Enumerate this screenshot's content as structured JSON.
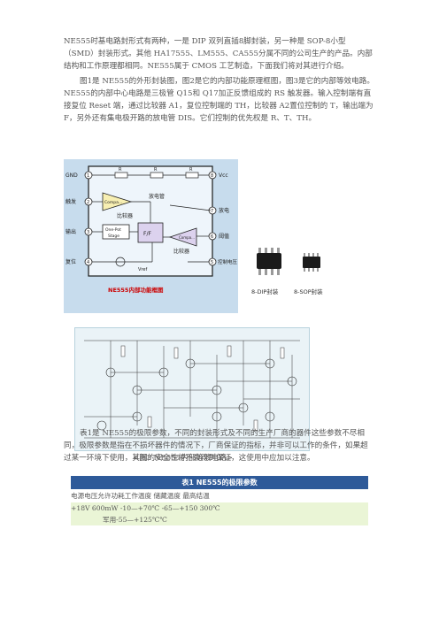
{
  "paragraphs": {
    "p1": "NE555时基电路封形式有两种，一是 DIP 双列直插8脚封装，另一种是 SOP-8小型（SMD）封装形式。其他 HA17555、LM555、CA555分属不同的公司生产的产品。内部结构和工作原理都相同。NE555属于 CMOS 工艺制造，下面我们将对其进行介绍。",
    "p2": "图1是 NE555的外形封装图，图2是它的内部功能原理框图，图3是它的内部等效电路。NE555的内部中心电路是三极管 Q15和 Q17加正反馈组成的 RS 触发器。输入控制端有直接复位 Reset 端，通过比较器 A1，复位控制端的 TH，比较器 A2置位控制的 T，输出端为 F，另外还有集电极开路的放电管 DIS。它们控制的优先权是 R、T、TH。",
    "p3": "表1是 NE555的极限参数，不同的封装形式及不同的生产厂商的器件这些参数不尽相同，极限参数是指在不损坏器件的情况下，厂商保证的指标，并非可以工作的条件，如果超过某一环境下使用，其间的安全性将不会得到保证，这使用中应加以注意。"
  },
  "figure1": {
    "pins_left": [
      "GND",
      "触发",
      "输出",
      "复位"
    ],
    "pins_left_num": [
      "1",
      "2",
      "3",
      "4"
    ],
    "pins_right": [
      "Vcc",
      "放电",
      "阈值",
      "控制电压"
    ],
    "pins_right_num": [
      "8",
      "7",
      "6",
      "5"
    ],
    "resistors": [
      "R",
      "R",
      "R"
    ],
    "comp1": "Compa...",
    "comp1_cn": "比较器",
    "comp2_cn": "比较器",
    "comp2": "Compa...",
    "discharge_cn": "放电管",
    "one_pot": "One-Pot",
    "stage": "Stage",
    "ff": "F/F",
    "vref": "Vref",
    "caption": "NE555内部功能框图"
  },
  "packages": {
    "dip": "8-DIP封装",
    "sop": "8-SOP封装"
  },
  "figure3": {
    "caption": "<图3 NE555内部等效电路>"
  },
  "table": {
    "title": "表1    NE555的极限参数",
    "header_row": "电源电压允许功耗工作温度        储藏温度   最高结温",
    "row1": "+18V    600mW  -10—+70℃      -65—+150  300℃",
    "row2": "军用-55—+125℃℃"
  },
  "colors": {
    "figure1_bg": "#c7dced",
    "table_head_bg": "#2e5a99",
    "table_row_bg": "#eaf5d6",
    "text": "#555555",
    "caption_red": "#cc0000"
  }
}
